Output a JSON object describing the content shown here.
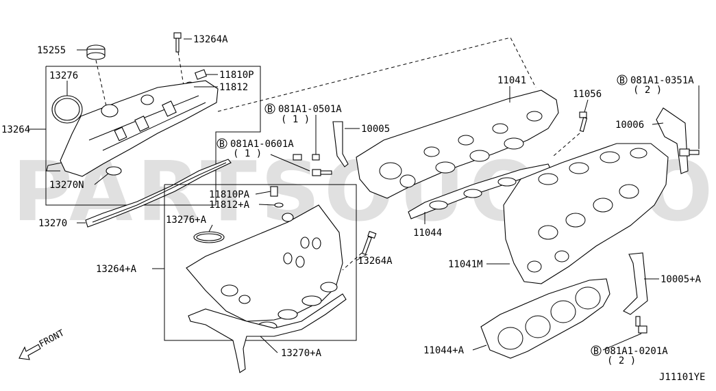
{
  "watermark": "PARTSOUQ.COM",
  "diagram_code": "J11101YE",
  "front_label": "FRONT",
  "circled_b": "B",
  "labels": {
    "p15255": "15255",
    "p13264A_top": "13264A",
    "p11810P": "11810P",
    "p11812": "11812",
    "p13276": "13276",
    "p13264": "13264",
    "p13270N": "13270N",
    "p13270": "13270",
    "p11810PA": "11810PA",
    "p11812A": "11812+A",
    "p13276A": "13276+A",
    "p13264A_mid": "13264+A",
    "p13264A_bolt": "13264A",
    "p13270A": "13270+A",
    "p081A1_0501A": "081A1-0501A",
    "p081A1_0501A_qty": "( 1 )",
    "p10005": "10005",
    "p081A1_0601A": "081A1-0601A",
    "p081A1_0601A_qty": "( 1 )",
    "p11041": "11041",
    "p11044": "11044",
    "p11056": "11056",
    "p081A1_0351A": "081A1-0351A",
    "p081A1_0351A_qty": "( 2 )",
    "p10006": "10006",
    "p11041M": "11041M",
    "p10005A": "10005+A",
    "p11044A": "11044+A",
    "p081A1_0201A": "081A1-0201A",
    "p081A1_0201A_qty": "( 2 )"
  }
}
